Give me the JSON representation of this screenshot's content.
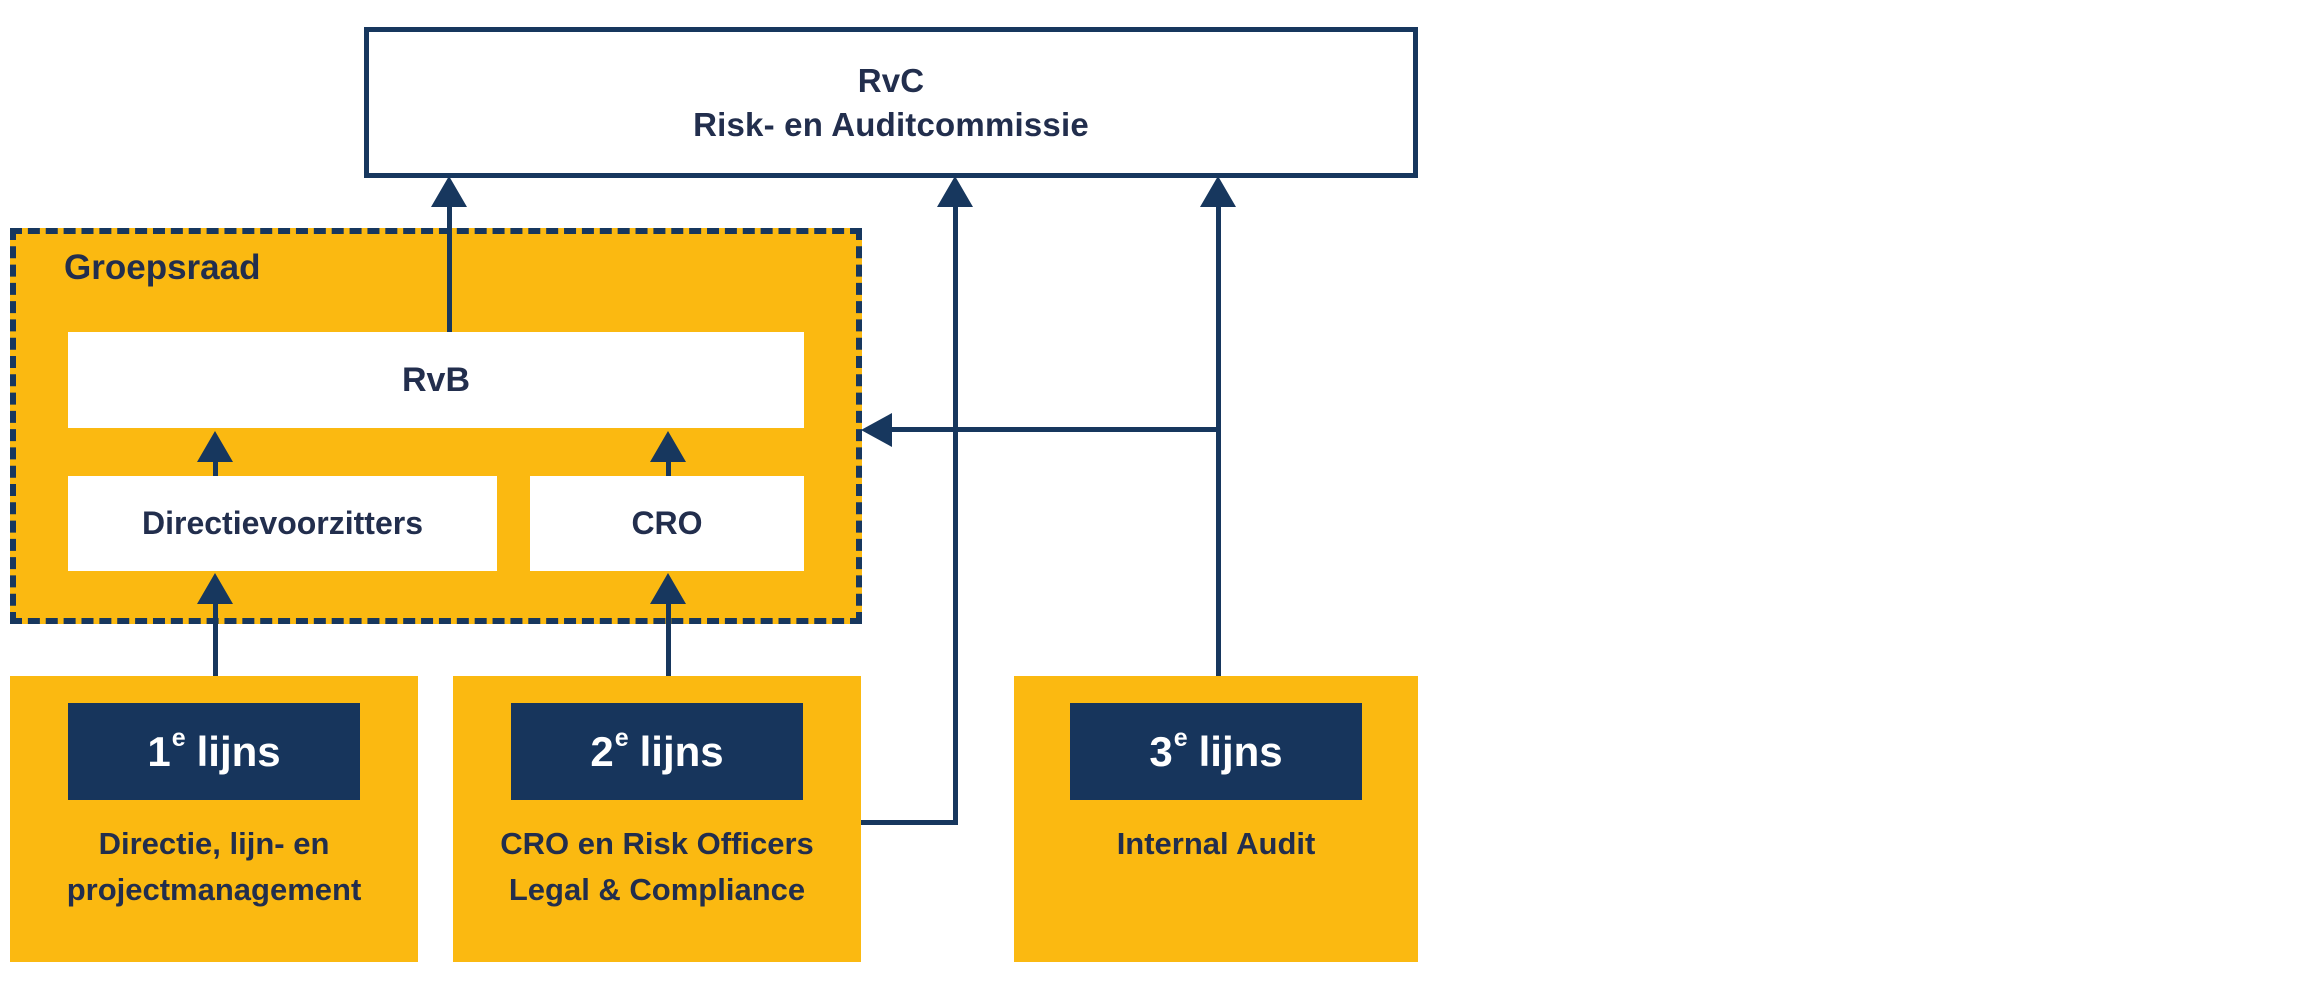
{
  "colors": {
    "navy": "#17375E",
    "navy_fill": "#17355C",
    "orange": "#FBB911",
    "ink": "#222E4D",
    "white": "#FFFFFF"
  },
  "rvc_box": {
    "title": "RvC",
    "subtitle": "Risk- en Auditcommissie"
  },
  "groepsraad": {
    "label": "Groepsraad",
    "rvb_label": "RvB",
    "directievoorzitters_label": "Directievoorzitters",
    "cro_label": "CRO"
  },
  "defense_lines": [
    {
      "badge_number": "1",
      "badge_ordinal": "e",
      "badge_word": "lijns",
      "description_lines": [
        "Directie, lijn- en",
        "projectmanagement"
      ]
    },
    {
      "badge_number": "2",
      "badge_ordinal": "e",
      "badge_word": "lijns",
      "description_lines": [
        "CRO en Risk Officers",
        "Legal & Compliance"
      ]
    },
    {
      "badge_number": "3",
      "badge_ordinal": "e",
      "badge_word": "lijns",
      "description_lines": [
        "Internal Audit"
      ]
    }
  ]
}
